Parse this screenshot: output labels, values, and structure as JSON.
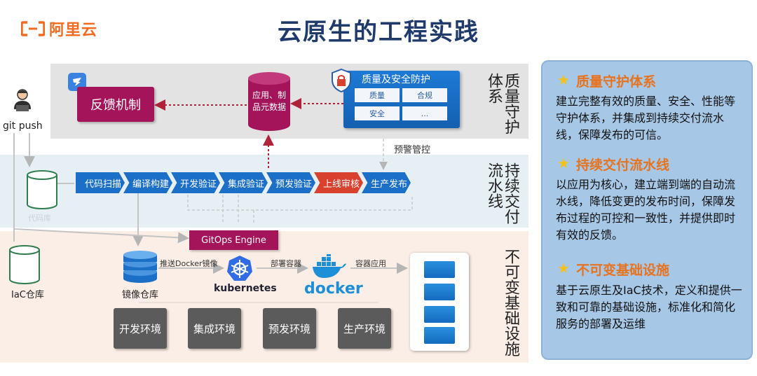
{
  "logo": {
    "text": "阿里云",
    "color": "#f26b21"
  },
  "title": "云原生的工程实践",
  "rows": {
    "quality": "质量守护体系",
    "cd": "持续交付流水线",
    "infra": "不可变基础设施"
  },
  "developer": {
    "label": "git push",
    "icon": "developer-icon"
  },
  "repos": {
    "code": "代码库",
    "iac": "IaC仓库",
    "image": "镜像仓库"
  },
  "feedback": {
    "label": "反馈机制"
  },
  "metadata": {
    "label_line1": "应用、制",
    "label_line2": "品元数据"
  },
  "quality_box": {
    "title": "质量及安全防护",
    "cells": [
      "质量",
      "合规",
      "安全",
      "..."
    ]
  },
  "warning": "预警管控",
  "pipeline": {
    "stages": [
      "代码扫描",
      "编译构建",
      "开发验证",
      "集成验证",
      "预发验证",
      "上线审核",
      "生产发布"
    ],
    "colors": {
      "normal": "#1c6fc6",
      "highlight": "#d9412f"
    }
  },
  "gitops": "GitOps Engine",
  "infra_flow": {
    "push_image": "推送Docker镜像",
    "deploy": "部署容器",
    "app": "容器应用",
    "kubernetes": "kubernetes",
    "docker": "docker"
  },
  "environments": [
    "开发环境",
    "集成环境",
    "预发环境",
    "生产环境"
  ],
  "panel": {
    "sections": [
      {
        "heading": "质量守护体系",
        "body": "建立完整有效的质量、安全、性能等守护体系，并集成到持续交付流水线，保障发布的可信。"
      },
      {
        "heading": "持续交付流水线",
        "body": "以应用为核心，建立端到端的自动流水线，降低变更的发布时间，保障发布过程的可控和一致性，并提供即时有效的反馈。"
      },
      {
        "heading": "不可变基础设施",
        "body": "基于云原生及IaC技术，定义和提供一致和可靠的基础设施，标准化和简化服务的部署及运维"
      }
    ]
  }
}
